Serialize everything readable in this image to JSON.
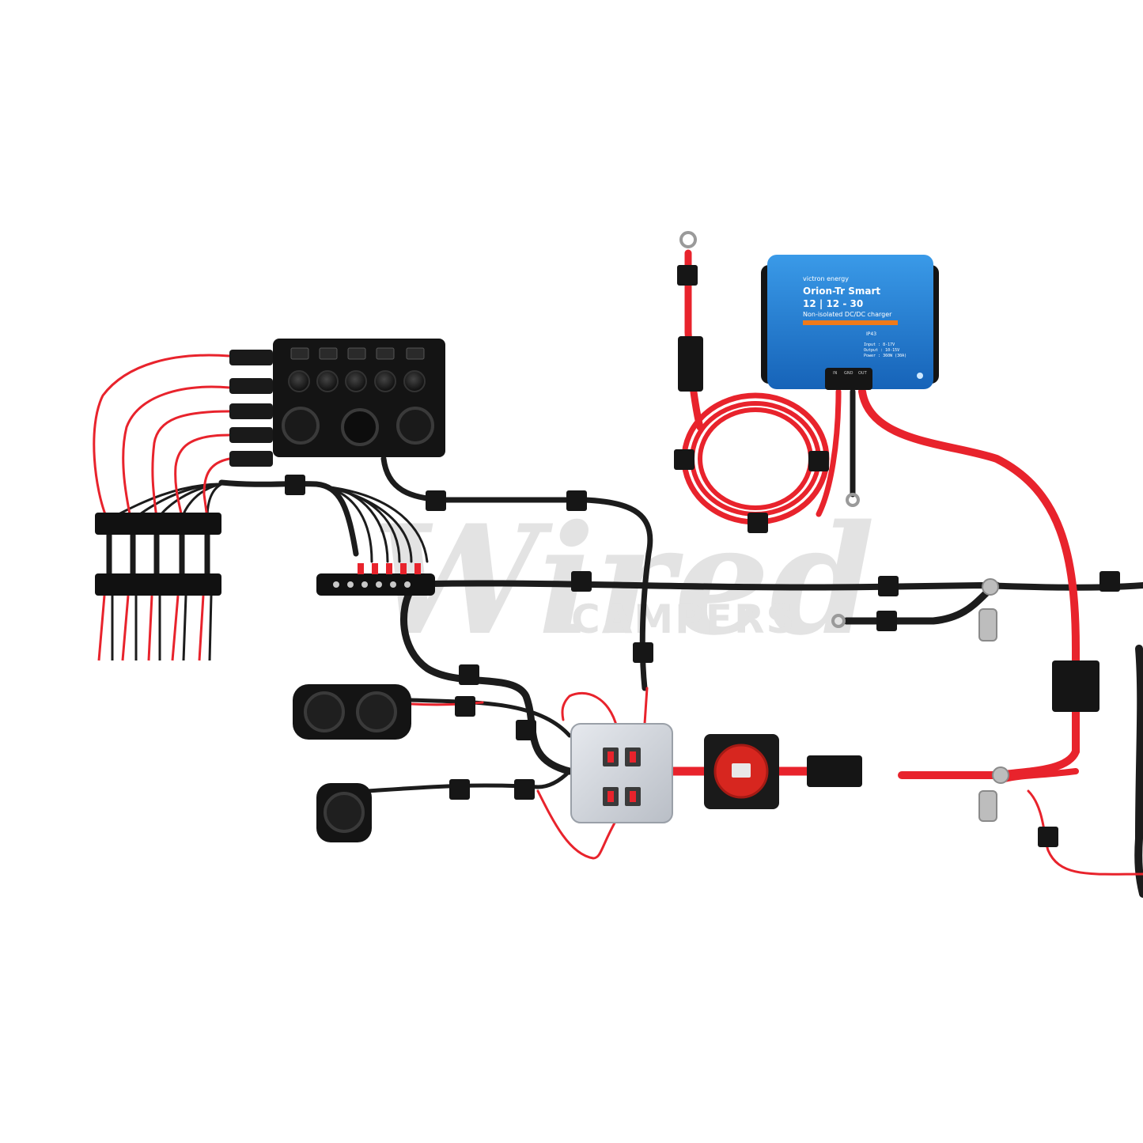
{
  "watermark": {
    "script": "Wired",
    "sub": "CAMPERS"
  },
  "charger": {
    "brand": "victron energy",
    "model": "Orion-Tr Smart",
    "rating": "12 | 12 - 30",
    "description": "Non-isolated DC/DC charger",
    "ip": "IP43",
    "spec_input": "Input :  8-17V",
    "spec_output": "Output :  10-15V",
    "spec_power": "Power :  360W (30A)",
    "terminal_in": "IN",
    "terminal_gnd": "GND",
    "terminal_out": "OUT"
  },
  "colors": {
    "wire_red": "#e8232c",
    "wire_black": "#1c1c1c",
    "victron_blue": "#1f7fd6",
    "victron_orange": "#ef7a1a",
    "panel_black": "#111111",
    "isolator_red": "#d7261f"
  }
}
